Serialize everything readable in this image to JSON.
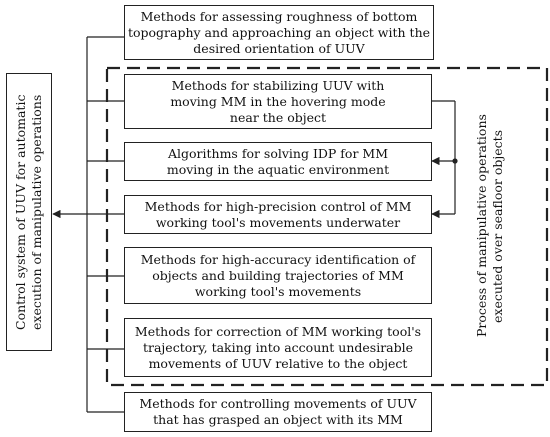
{
  "diagram": {
    "left_label": "Control system of UUV for automatic\nexecution of manipulative operations",
    "right_label": "Process of manipulative operations\nexecuted over seafloor objects",
    "methods": [
      "Methods for assessing roughness of bottom\ntopography and approaching an object with the\ndesired orientation of UUV",
      "Methods for stabilizing UUV with\nmoving MM in the hovering mode\nnear the object",
      "Algorithms for solving IDP for MM\nmoving in the aquatic environment",
      "Methods for high-precision control of MM\nworking tool's movements underwater",
      "Methods for high-accuracy identification of\nobjects and building trajectories of MM\nworking tool's movements",
      "Methods for correction of MM working tool's\ntrajectory, taking into account undesirable\nmovements of UUV relative to the object",
      "Methods for controlling movements of UUV\nthat has grasped an object with its MM"
    ]
  }
}
